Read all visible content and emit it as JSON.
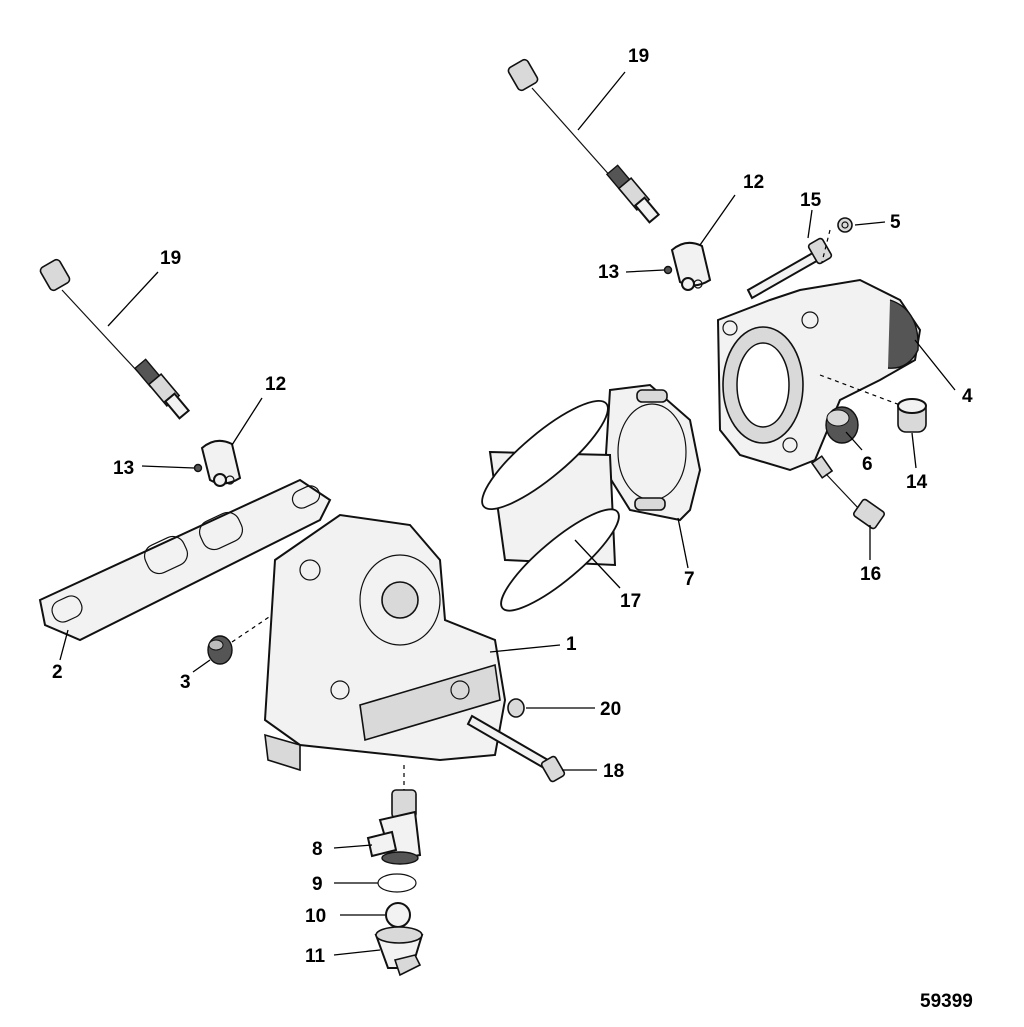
{
  "diagram": {
    "figure_number": "59399",
    "callouts": [
      {
        "id": "c19a",
        "text": "19"
      },
      {
        "id": "c12a",
        "text": "12"
      },
      {
        "id": "c15",
        "text": "15"
      },
      {
        "id": "c5",
        "text": "5"
      },
      {
        "id": "c13a",
        "text": "13"
      },
      {
        "id": "c19b",
        "text": "19"
      },
      {
        "id": "c4",
        "text": "4"
      },
      {
        "id": "c12b",
        "text": "12"
      },
      {
        "id": "c13b",
        "text": "13"
      },
      {
        "id": "c6",
        "text": "6"
      },
      {
        "id": "c14",
        "text": "14"
      },
      {
        "id": "c16",
        "text": "16"
      },
      {
        "id": "c7",
        "text": "7"
      },
      {
        "id": "c17",
        "text": "17"
      },
      {
        "id": "c1",
        "text": "1"
      },
      {
        "id": "c2",
        "text": "2"
      },
      {
        "id": "c3",
        "text": "3"
      },
      {
        "id": "c20",
        "text": "20"
      },
      {
        "id": "c18",
        "text": "18"
      },
      {
        "id": "c8",
        "text": "8"
      },
      {
        "id": "c9",
        "text": "9"
      },
      {
        "id": "c10",
        "text": "10"
      },
      {
        "id": "c11",
        "text": "11"
      }
    ]
  }
}
